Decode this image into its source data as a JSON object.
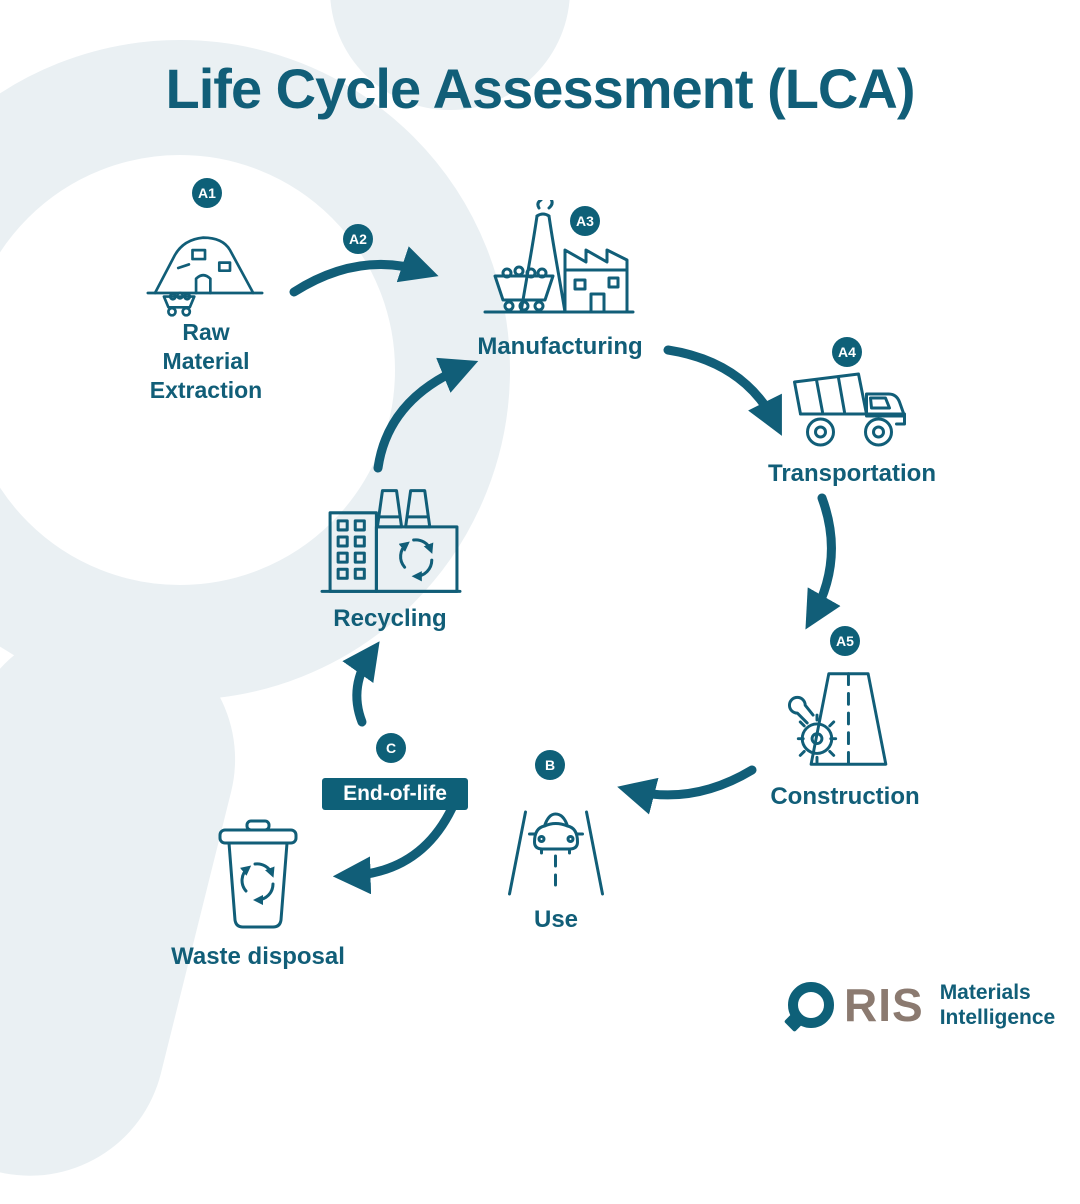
{
  "title": "Life Cycle Assessment (LCA)",
  "colors": {
    "primary_teal": "#115e78",
    "badge_teal": "#0e6078",
    "background_blob": "#eaf0f3",
    "logo_brown": "#8b7a70",
    "white": "#ffffff"
  },
  "stages": {
    "raw_material": {
      "badge": "A1",
      "label": "Raw Material Extraction",
      "icon": "mine-icon"
    },
    "a2": {
      "badge": "A2"
    },
    "manufacturing": {
      "badge": "A3",
      "label": "Manufacturing",
      "icon": "factory-icon"
    },
    "transportation": {
      "badge": "A4",
      "label": "Transportation",
      "icon": "dump-truck-icon"
    },
    "construction": {
      "badge": "A5",
      "label": "Construction",
      "icon": "road-construction-icon"
    },
    "use": {
      "badge": "B",
      "label": "Use",
      "icon": "car-on-road-icon"
    },
    "end_of_life": {
      "badge": "C",
      "label": "End-of-life"
    },
    "waste_disposal": {
      "label": "Waste disposal",
      "icon": "trash-bin-recycle-icon"
    },
    "recycling": {
      "label": "Recycling",
      "icon": "recycling-factory-icon"
    }
  },
  "logo": {
    "brand": "ORIS",
    "brand_rest": "RIS",
    "tagline_line1": "Materials",
    "tagline_line2": "Intelligence"
  }
}
